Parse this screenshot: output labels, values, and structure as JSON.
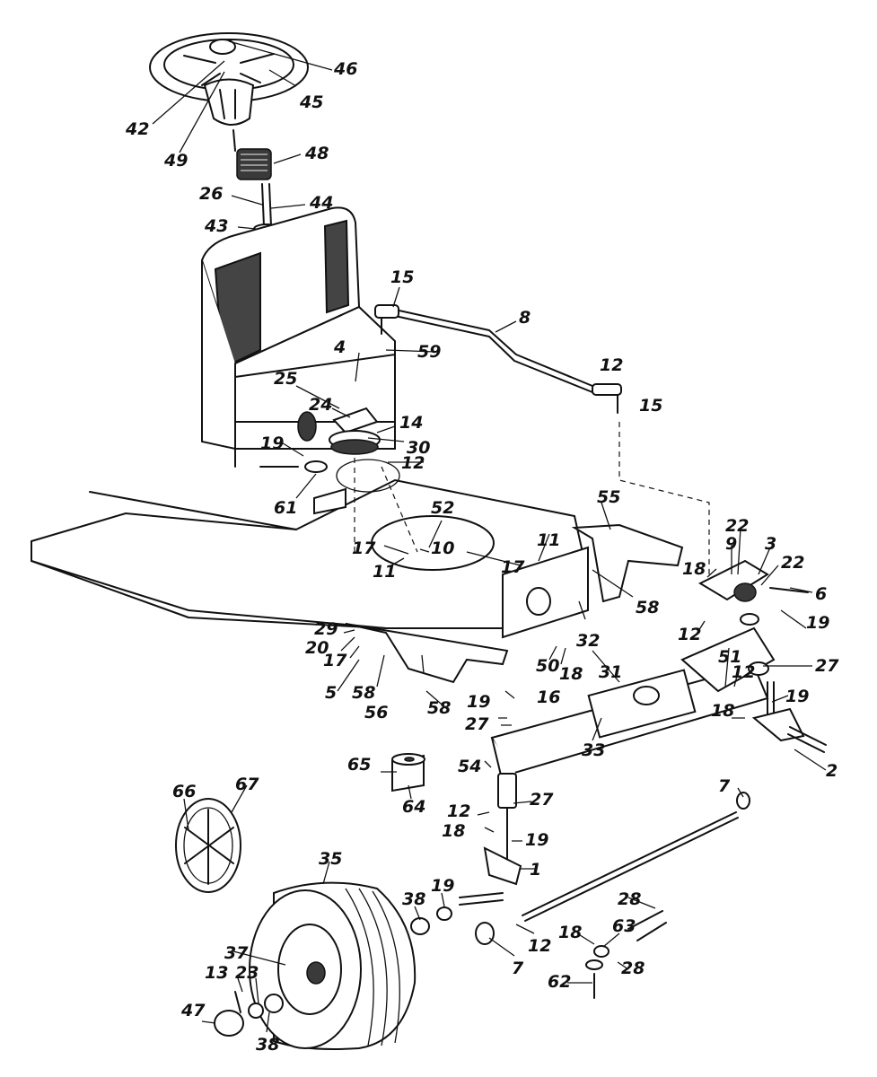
{
  "callouts": [
    {
      "id": "c46",
      "text": "46"
    },
    {
      "id": "c45",
      "text": "45"
    },
    {
      "id": "c42",
      "text": "42"
    },
    {
      "id": "c49",
      "text": "49"
    },
    {
      "id": "c48",
      "text": "48"
    },
    {
      "id": "c26",
      "text": "26"
    },
    {
      "id": "c44",
      "text": "44"
    },
    {
      "id": "c43",
      "text": "43"
    },
    {
      "id": "c15a",
      "text": "15"
    },
    {
      "id": "c8",
      "text": "8"
    },
    {
      "id": "c4",
      "text": "4"
    },
    {
      "id": "c59",
      "text": "59"
    },
    {
      "id": "c12a",
      "text": "12"
    },
    {
      "id": "c15b",
      "text": "15"
    },
    {
      "id": "c25",
      "text": "25"
    },
    {
      "id": "c24",
      "text": "24"
    },
    {
      "id": "c14",
      "text": "14"
    },
    {
      "id": "c30",
      "text": "30"
    },
    {
      "id": "c19a",
      "text": "19"
    },
    {
      "id": "c12b",
      "text": "12"
    },
    {
      "id": "c61",
      "text": "61"
    },
    {
      "id": "c52",
      "text": "52"
    },
    {
      "id": "c55",
      "text": "55"
    },
    {
      "id": "c17a",
      "text": "17"
    },
    {
      "id": "c10",
      "text": "10"
    },
    {
      "id": "c11a",
      "text": "11"
    },
    {
      "id": "c11b",
      "text": "11"
    },
    {
      "id": "c17b",
      "text": "17"
    },
    {
      "id": "c58a",
      "text": "58"
    },
    {
      "id": "c22a",
      "text": "22"
    },
    {
      "id": "c9",
      "text": "9"
    },
    {
      "id": "c3",
      "text": "3"
    },
    {
      "id": "c22b",
      "text": "22"
    },
    {
      "id": "c18a",
      "text": "18"
    },
    {
      "id": "c6",
      "text": "6"
    },
    {
      "id": "c19b",
      "text": "19"
    },
    {
      "id": "c12c",
      "text": "12"
    },
    {
      "id": "c27a",
      "text": "27"
    },
    {
      "id": "c29",
      "text": "29"
    },
    {
      "id": "c20",
      "text": "20"
    },
    {
      "id": "c17c",
      "text": "17"
    },
    {
      "id": "c5",
      "text": "5"
    },
    {
      "id": "c58b",
      "text": "58"
    },
    {
      "id": "c56",
      "text": "56"
    },
    {
      "id": "c58c",
      "text": "58"
    },
    {
      "id": "c32",
      "text": "32"
    },
    {
      "id": "c50",
      "text": "50"
    },
    {
      "id": "c18b",
      "text": "18"
    },
    {
      "id": "c31",
      "text": "31"
    },
    {
      "id": "c51",
      "text": "51"
    },
    {
      "id": "c12d",
      "text": "12"
    },
    {
      "id": "c16",
      "text": "16"
    },
    {
      "id": "c19c",
      "text": "19"
    },
    {
      "id": "c27b",
      "text": "27"
    },
    {
      "id": "c18c",
      "text": "18"
    },
    {
      "id": "c19d",
      "text": "19"
    },
    {
      "id": "c54",
      "text": "54"
    },
    {
      "id": "c33",
      "text": "33"
    },
    {
      "id": "c2",
      "text": "2"
    },
    {
      "id": "c65",
      "text": "65"
    },
    {
      "id": "c64",
      "text": "64"
    },
    {
      "id": "c7a",
      "text": "7"
    },
    {
      "id": "c27c",
      "text": "27"
    },
    {
      "id": "c12e",
      "text": "12"
    },
    {
      "id": "c18d",
      "text": "18"
    },
    {
      "id": "c19e",
      "text": "19"
    },
    {
      "id": "c1",
      "text": "1"
    },
    {
      "id": "c66",
      "text": "66"
    },
    {
      "id": "c67",
      "text": "67"
    },
    {
      "id": "c35",
      "text": "35"
    },
    {
      "id": "c28a",
      "text": "28"
    },
    {
      "id": "c38a",
      "text": "38"
    },
    {
      "id": "c19f",
      "text": "19"
    },
    {
      "id": "c12f",
      "text": "12"
    },
    {
      "id": "c7b",
      "text": "7"
    },
    {
      "id": "c37",
      "text": "37"
    },
    {
      "id": "c18e",
      "text": "18"
    },
    {
      "id": "c63",
      "text": "63"
    },
    {
      "id": "c13",
      "text": "13"
    },
    {
      "id": "c23",
      "text": "23"
    },
    {
      "id": "c62",
      "text": "62"
    },
    {
      "id": "c28b",
      "text": "28"
    },
    {
      "id": "c47",
      "text": "47"
    },
    {
      "id": "c38b",
      "text": "38"
    }
  ]
}
